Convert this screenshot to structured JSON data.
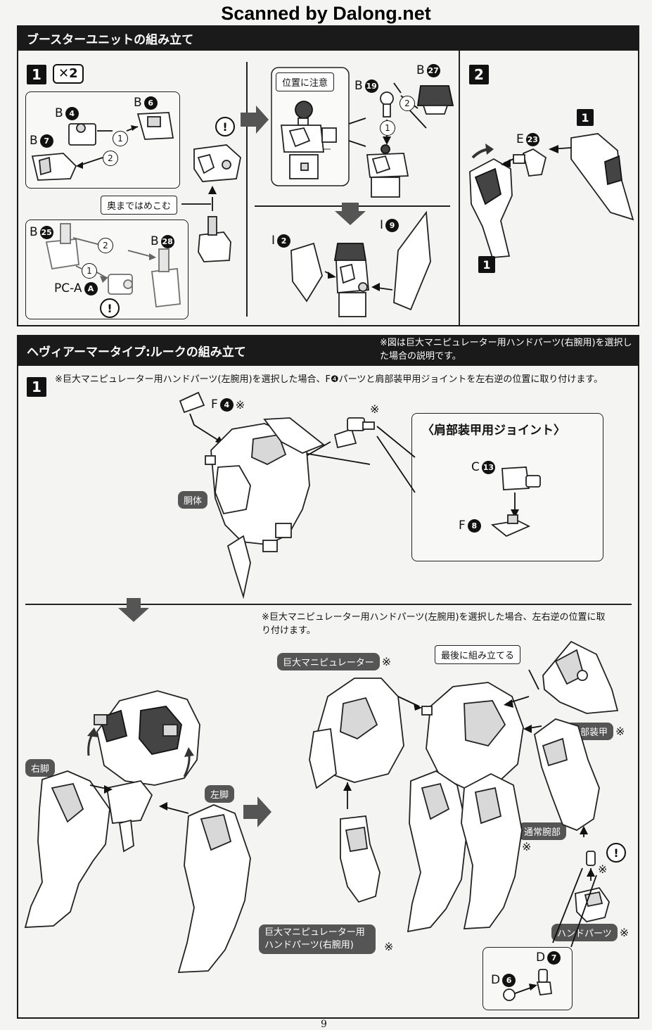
{
  "watermark": "Scanned by Dalong.net",
  "page_number": "9",
  "booster": {
    "title": "ブースターユニットの組み立て",
    "step1": "1",
    "step1_mult": "✕2",
    "step2": "2",
    "labels": {
      "b4": "B",
      "b4n": "4",
      "b6": "B",
      "b6n": "6",
      "b7": "B",
      "b7n": "7",
      "b25": "B",
      "b25n": "25",
      "b28": "B",
      "b28n": "28",
      "pca": "PC-A",
      "pcan": "A",
      "b19": "B",
      "b19n": "19",
      "b27": "B",
      "b27n": "27",
      "i2": "I",
      "i2n": "2",
      "i9": "I",
      "i9n": "9",
      "e23": "E",
      "e23n": "23",
      "s2a": "1",
      "s2b": "1"
    },
    "order": [
      "1",
      "2"
    ],
    "warn": "!",
    "push_in": "奥まではめこむ",
    "caution_position": "位置に注意"
  },
  "rook": {
    "title": "ヘヴィアーマータイプ:ルークの組み立て",
    "header_note": "※図は巨大マニピュレーター用ハンドパーツ(右腕用)を選択した場合の説明です。",
    "step1": "1",
    "note1": "※巨大マニピュレーター用ハンドパーツ(左腕用)を選択した場合、F❹パーツと肩部装甲用ジョイントを左右逆の位置に取り付けます。",
    "f4": "F",
    "f4n": "4",
    "star": "※",
    "torso": "胴体",
    "joint_title": "〈肩部装甲用ジョイント〉",
    "c13": "C",
    "c13n": "13",
    "f8": "F",
    "f8n": "8",
    "right_leg": "右脚",
    "left_leg": "左脚",
    "note2": "※巨大マニピュレーター用ハンドパーツ(左腕用)を選択した場合、左右逆の位置に取り付けます。",
    "manipulator": "巨大マニピュレーター",
    "assemble_last": "最後に組み立てる",
    "shoulder_armor": "肩部装甲",
    "normal_arm": "通常腕部",
    "hand_parts": "ハンドパーツ",
    "manip_hand": "巨大マニピュレーター用ハンドパーツ(右腕用)",
    "d7": "D",
    "d7n": "7",
    "d6": "D",
    "d6n": "6",
    "warn": "!"
  }
}
